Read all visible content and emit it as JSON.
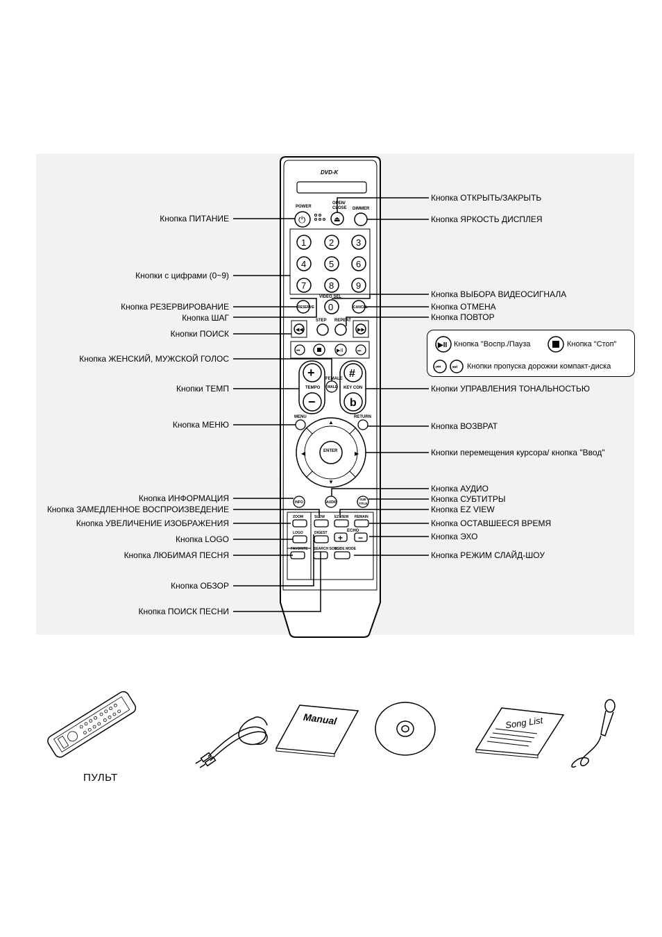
{
  "remote": {
    "brand": "DVD-K",
    "buttons": {
      "power": "POWER",
      "open_close": "OPEN/ CLOSE",
      "dimmer": "DIMMER",
      "digits": [
        "1",
        "2",
        "3",
        "4",
        "5",
        "6",
        "7",
        "8",
        "9",
        "0"
      ],
      "video_sel": "VIDEO SEL",
      "reserve": "RESERVE",
      "cancel": "CANCEL",
      "step": "STEP",
      "repeat": "REPEAT",
      "female": "FEMALE",
      "male": "MALE",
      "tempo": "TEMPO",
      "key_con": "KEY CON",
      "menu": "MENU",
      "return": "RETURN",
      "enter": "ENTER",
      "info": "INFO",
      "audio": "AUDIO",
      "subtitle": "SUB TITLE",
      "zoom": "ZOOM",
      "slow": "SLOW",
      "ez_view": "EZ VIEW",
      "remain": "REMAIN",
      "logo": "LOGO",
      "digest": "DIGEST",
      "echo": "ECHO",
      "favorite": "FAVORITE",
      "search_song": "SEARCH SONG",
      "slide_mode": "SLIDE MODE"
    }
  },
  "labels_left": {
    "power": "Кнопка ПИТАНИЕ",
    "digits": "Кнопки с цифрами (0~9)",
    "reserve": "Кнопка РЕЗЕРВИРОВАНИЕ",
    "step": "Кнопка ШАГ",
    "search": "Кнопки ПОИСК",
    "voice": "Кнопка ЖЕНСКИЙ, МУЖСКОЙ ГОЛОС",
    "tempo": "Кнопки ТЕМП",
    "menu": "Кнопка МЕНЮ",
    "info": "Кнопка ИНФОРМАЦИЯ",
    "slow": "Кнопка ЗАМЕДЛЕННОЕ ВОСПРОИЗВЕДЕНИЕ",
    "zoom": "Кнопка УВЕЛИЧЕНИЕ ИЗОБРАЖЕНИЯ",
    "logo": "Кнопка LOGO",
    "favorite": "Кнопка ЛЮБИМАЯ ПЕСНЯ",
    "digest": "Кнопка ОБЗОР",
    "search_song": "Кнопка ПОИСК ПЕСНИ"
  },
  "labels_right": {
    "open_close": "Кнопка ОТКРЫТЬ/ЗАКРЫТЬ",
    "dimmer": "Кнопка ЯРКОСТЬ ДИСПЛЕЯ",
    "video_sel": "Кнопка ВЫБОРА ВИДЕОСИГНАЛА",
    "cancel": "Кнопка ОТМЕНА",
    "repeat": "Кнопка ПОВТОР",
    "key_con": "Кнопки УПРАВЛЕНИЯ ТОНАЛЬНОСТЬЮ",
    "return": "Кнопка ВОЗВРАТ",
    "cursor": "Кнопки перемещения курсора/ кнопка \"Ввод\"",
    "audio": "Кнопка АУДИО",
    "subtitle": "Кнопка СУБТИТРЫ",
    "ez_view": "Кнопка EZ VIEW",
    "remain": "Кнопка ОСТАВШЕЕСЯ ВРЕМЯ",
    "echo": "Кнопка ЭХО",
    "slide_mode": "Кнопка РЕЖИМ СЛАЙД-ШОУ"
  },
  "legend": {
    "play_pause": "Кнопка \"Воспр./Пауза",
    "stop": "Кнопка \"Стоп\"",
    "skip": "Кнопки пропуска дорожки компакт-диска"
  },
  "accessories": {
    "remote_caption": "ПУЛЬТ",
    "manual": "Manual",
    "song_list": "Song List"
  },
  "colors": {
    "panel": "#f2f2f2",
    "ink": "#000000"
  }
}
